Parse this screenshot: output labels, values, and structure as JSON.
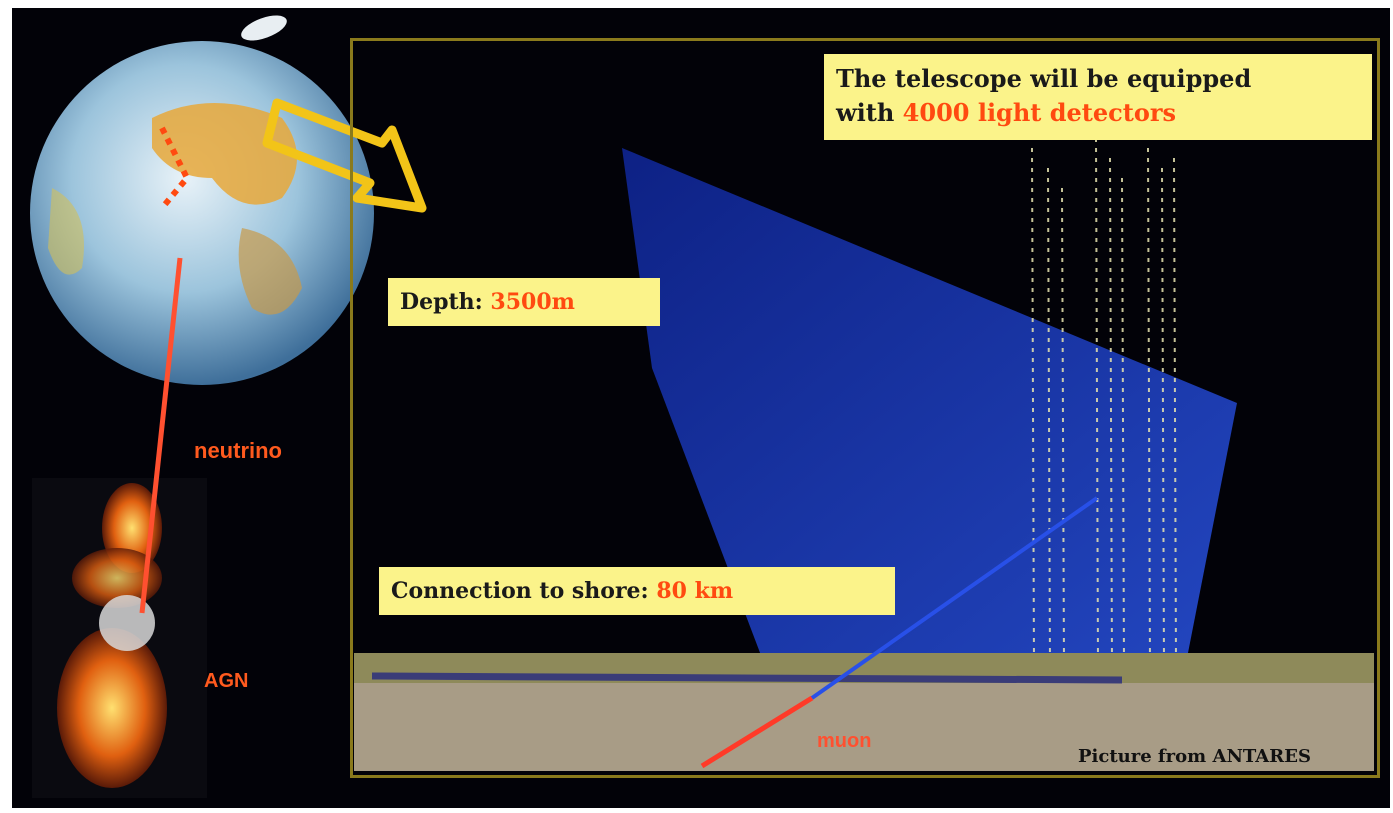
{
  "detectors_note": {
    "prefix": "The telescope will be equipped",
    "line2_prefix": "with ",
    "highlight": "4000 light detectors"
  },
  "depth_note": {
    "prefix": "Depth: ",
    "highlight": "3500m"
  },
  "shore_note": {
    "prefix": "Connection to shore: ",
    "highlight": "80 km"
  },
  "labels": {
    "neutrino": "neutrino",
    "agn": "AGN",
    "muon": "muon"
  },
  "credit": "Picture from ANTARES",
  "colors": {
    "highlight": "#ff4a10",
    "box": "#fbf38a",
    "frame": "#8a7a1c",
    "sea_floor": "#a89c86",
    "detector_volume": "#1a3cc8"
  }
}
